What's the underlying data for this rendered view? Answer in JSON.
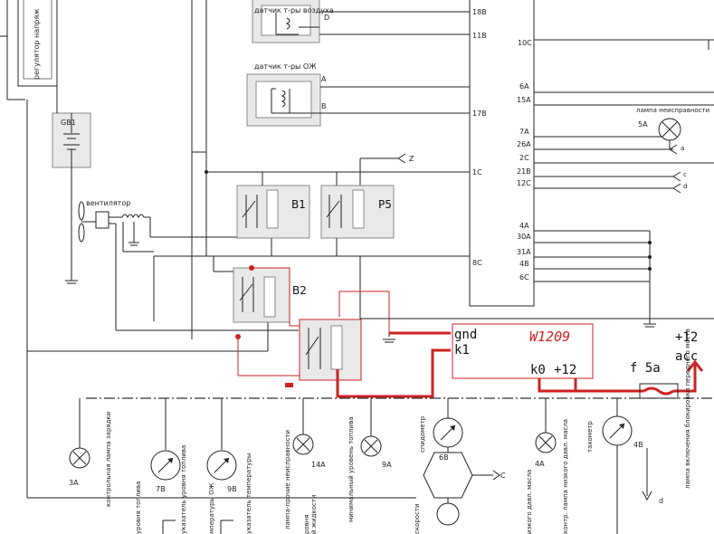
{
  "labels": {
    "regulator": "регулятор напряж",
    "gb1": "GB1",
    "fan": "вентилятор",
    "air_temp_sensor": "датчик т-ры воздуха",
    "coolant_temp_sensor": "датчик т-ры ОЖ",
    "pin_d": "D",
    "pin_a": "A",
    "pin_b": "B",
    "z": "Z",
    "relay_b1": "B1",
    "relay_p5": "P5",
    "relay_b2": "B2",
    "malfunction_lamp": "лампа неисправности",
    "lamp_5a": "5A",
    "ab_a": "a",
    "ab_c": "c",
    "ab_d": "d"
  },
  "left_pins": [
    "18B",
    "11B",
    "17B",
    "1C",
    "8C"
  ],
  "right_pins": [
    "10C",
    "6A",
    "15A",
    "7A",
    "26A",
    "2C",
    "21B",
    "12C",
    "4A",
    "30A",
    "31A",
    "4B",
    "6C"
  ],
  "annotations": {
    "gnd": "gnd",
    "k1": "k1",
    "w1209": "W1209",
    "k0": "k0",
    "plus12_module": "+12",
    "plus12_top": "+12",
    "acc": "acc",
    "fuse": "f 5a"
  },
  "instruments": [
    {
      "id": "3A",
      "text": "контрольная лампа зарядки"
    },
    {
      "id": "7B",
      "text": "указатель уровня топлива"
    },
    {
      "id": "9B",
      "text": "указатель температуры"
    },
    {
      "id": "14A",
      "text": "лампа-прочие неисправности"
    },
    {
      "id": "9A",
      "text": "минимальный уровень топлива"
    },
    {
      "id": "6B",
      "text": "спидометр"
    },
    {
      "id": "4A",
      "text": "контр. лампа низкого давл. масла"
    },
    {
      "id": "4B",
      "text": "тахометр"
    },
    {
      "id": "lamp_lock",
      "text": "лампа включения блокировки переднего моста"
    }
  ],
  "bottom_partial": {
    "fuel": "уровня топлива",
    "coolant_temp": "мпературы ОЖ",
    "fluid": "й жидкости",
    "fluid2": "ровня",
    "speed": "скорости",
    "oil": "изкого давл. масла"
  },
  "arrow_c": "C",
  "arrow_d": "d"
}
